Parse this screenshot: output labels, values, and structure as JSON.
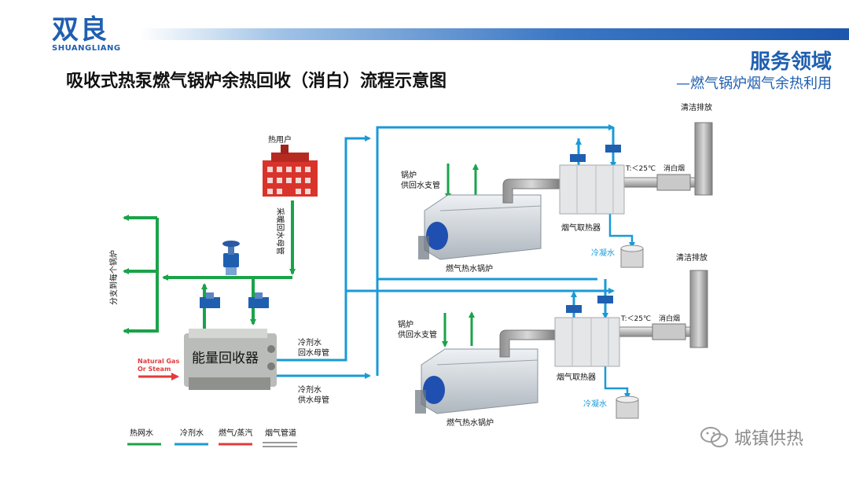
{
  "logo": {
    "main": "双良",
    "sub": "SHUANGLIANG"
  },
  "title": "吸收式热泵燃气锅炉余热回收（消白）流程示意图",
  "service": {
    "title": "服务领域",
    "subtitle": "—燃气锅炉烟气余热利用"
  },
  "labels": {
    "heat_user": "热用户",
    "heating_return_main": "采暖回水母管",
    "branch_to_boilers": "分支到每个锅炉",
    "energy_recovery": "能量回收器",
    "natural_gas": "Natural Gas",
    "or_steam": "Or Steam",
    "refrigerant_return_1": "冷剂水",
    "refrigerant_return_2": "回水母管",
    "refrigerant_supply_1": "冷剂水",
    "refrigerant_supply_2": "供水母管",
    "clean_exhaust": "清洁排放",
    "boiler_branch_1": "锅炉",
    "boiler_branch_2": "供回水支管",
    "temperature": "T:＜25℃",
    "whitened_smoke": "消白烟",
    "flue_heat_exchanger": "烟气取热器",
    "condensate": "冷凝水",
    "gas_boiler": "燃气热水锅炉"
  },
  "legend": {
    "heat_network": "热网水",
    "refrigerant": "冷剂水",
    "gas_steam": "燃气/蒸汽",
    "flue_pipe": "烟气管道"
  },
  "colors": {
    "green": "#1aa34a",
    "blue": "#1a9ad6",
    "red": "#e23b3b",
    "brand": "#1f5fb0"
  },
  "watermark": "城镇供热"
}
